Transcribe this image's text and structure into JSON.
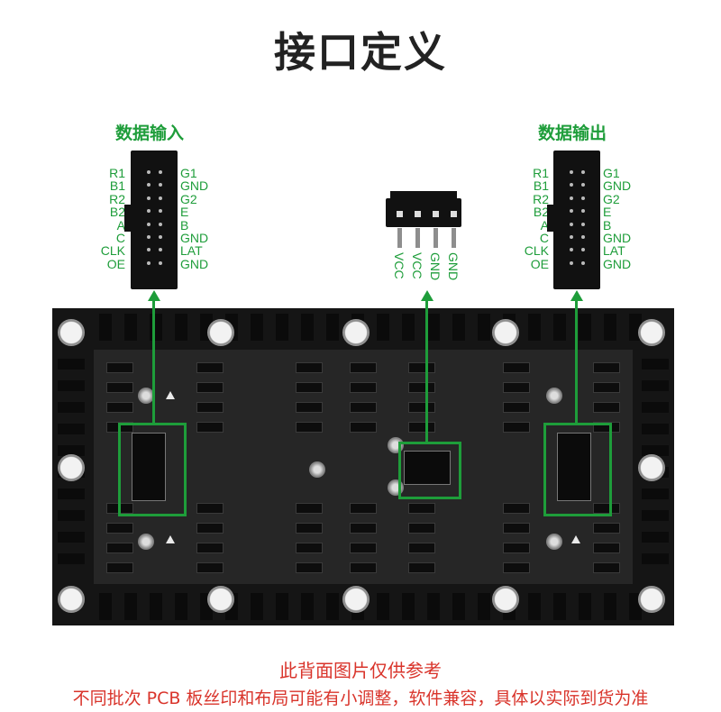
{
  "page": {
    "title": "接口定义"
  },
  "sections": {
    "input_title": "数据输入",
    "output_title": "数据输出"
  },
  "pin_header": {
    "left_labels": [
      "R1",
      "B1",
      "R2",
      "B2",
      "A",
      "C",
      "CLK",
      "OE"
    ],
    "right_labels": [
      "G1",
      "GND",
      "G2",
      "E",
      "B",
      "GND",
      "LAT",
      "GND"
    ]
  },
  "power_connector": {
    "pins": [
      "VCC",
      "VCC",
      "GND",
      "GND"
    ]
  },
  "notes": {
    "line1": "此背面图片仅供参考",
    "line2": "不同批次 PCB 板丝印和布局可能有小调整，软件兼容，具体以实际到货为准"
  },
  "colors": {
    "accent_green": "#1e9d3a",
    "note_red": "#d9342b",
    "pcb": "#262626"
  }
}
